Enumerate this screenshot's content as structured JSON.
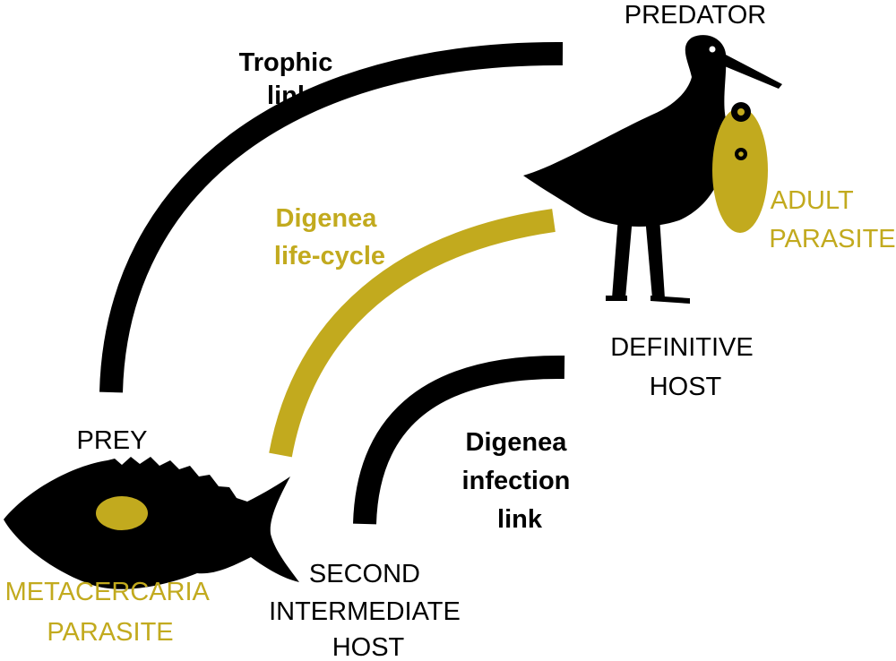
{
  "colors": {
    "dark": "#000000",
    "accent": "#c2aa1e",
    "background": "#ffffff"
  },
  "icons": {
    "predator": "shorebird-icon",
    "prey": "fish-icon",
    "adult_parasite": "adult-parasite-icon",
    "metacercaria": "metacercaria-icon"
  },
  "labels": {
    "predator": "PREDATOR",
    "prey": "PREY",
    "adult_parasite": [
      "ADULT",
      "PARASITE"
    ],
    "metacercaria_parasite": [
      "METACERCARIA",
      "PARASITE"
    ],
    "definitive_host": [
      "DEFINITIVE",
      "HOST"
    ],
    "second_intermediate_host": [
      "SECOND",
      "INTERMEDIATE",
      "HOST"
    ],
    "trophic_link": [
      "Trophic",
      "link"
    ],
    "life_cycle": [
      "Digenea",
      "life-cycle"
    ],
    "infection_link": [
      "Digenea",
      "infection",
      "link"
    ]
  }
}
